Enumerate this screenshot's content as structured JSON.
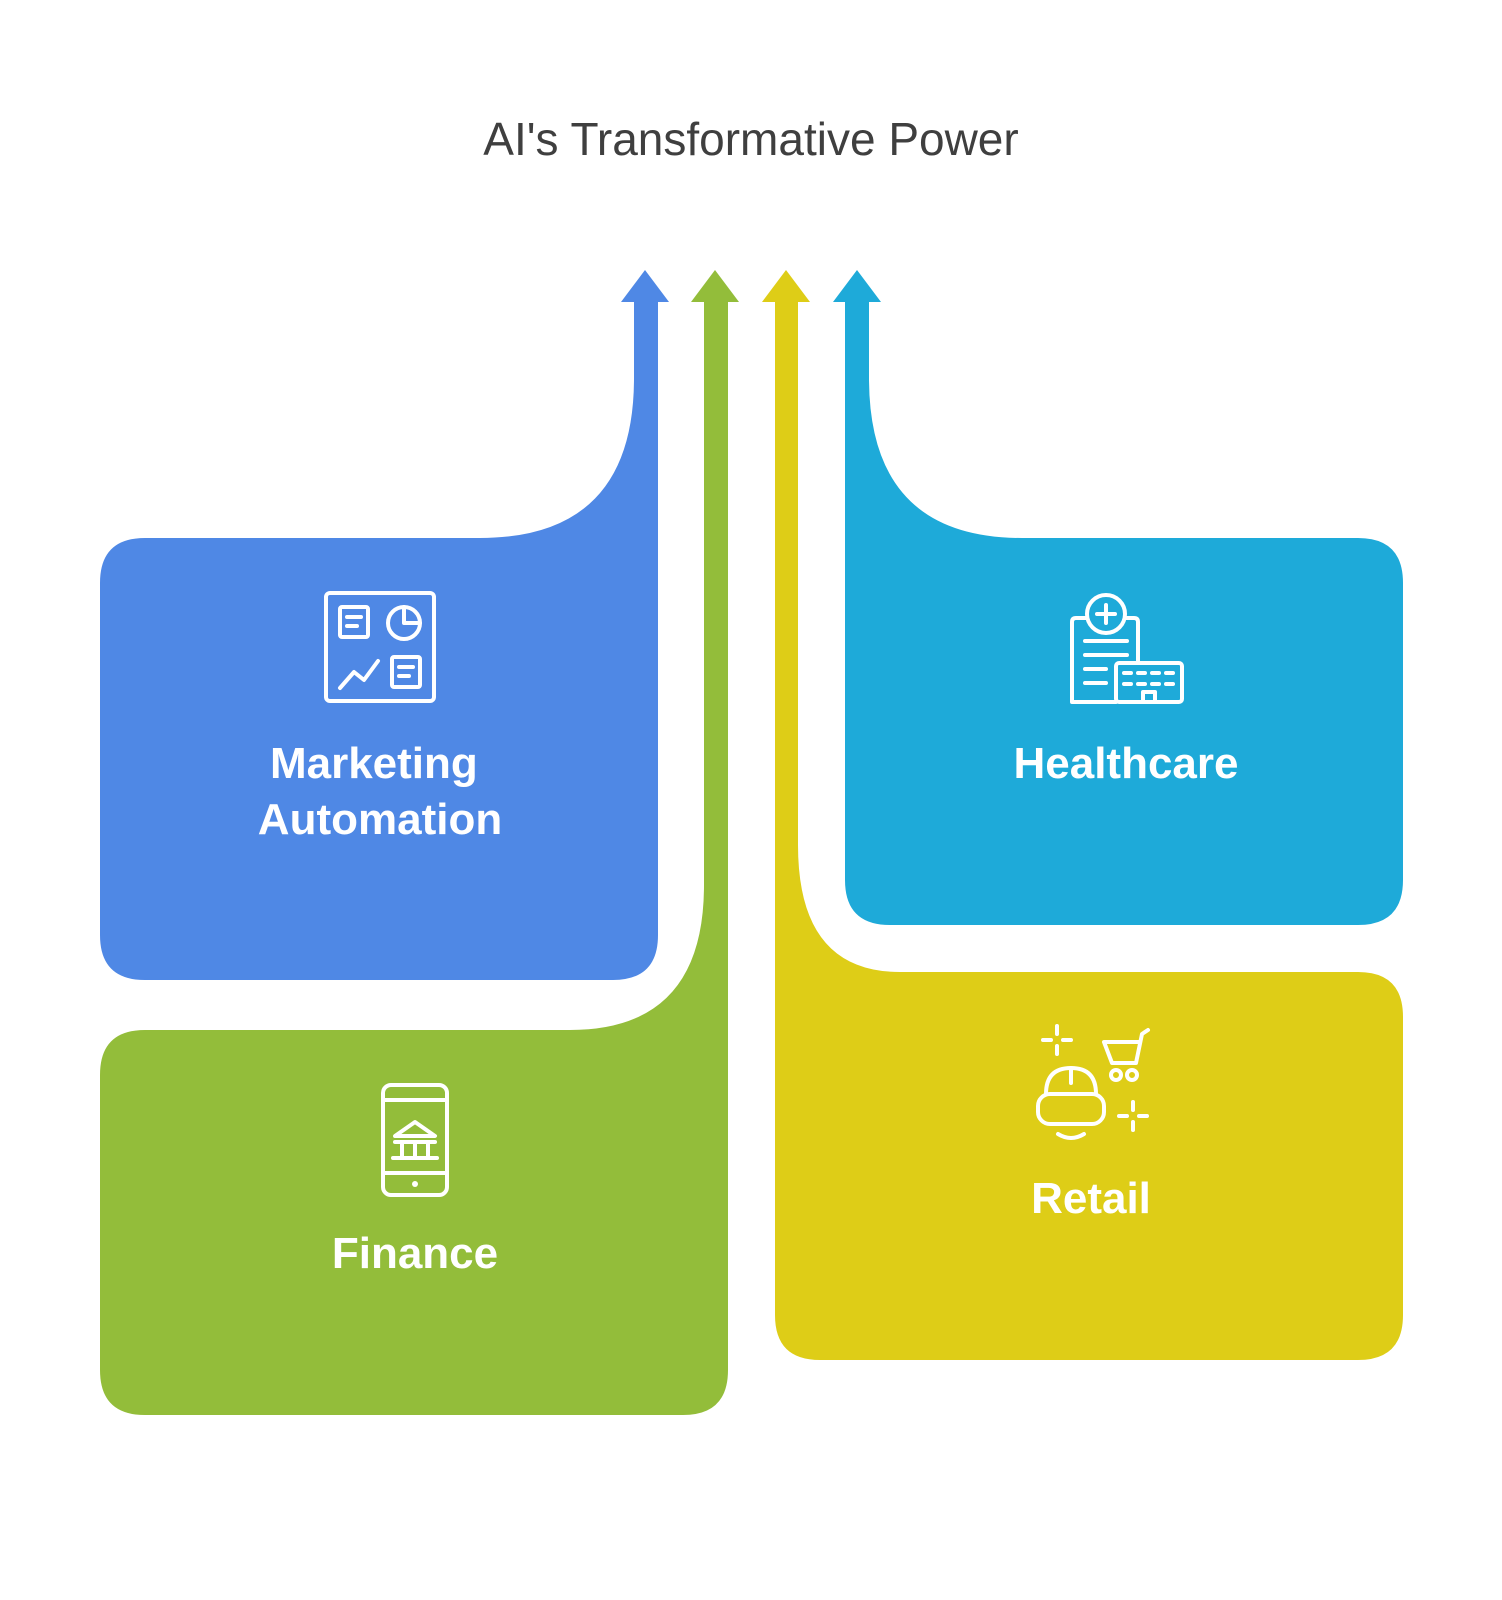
{
  "title": "AI's Transformative Power",
  "colors": {
    "marketing": "#4f88e5",
    "finance": "#93bd3a",
    "retail": "#decd17",
    "healthcare": "#1eaad9",
    "title": "#3f3f3f",
    "label": "#ffffff"
  },
  "sectors": {
    "marketing": {
      "line1": "Marketing",
      "line2": "Automation",
      "icon": "analytics-dashboard-icon"
    },
    "healthcare": {
      "label": "Healthcare",
      "icon": "hospital-icon"
    },
    "finance": {
      "label": "Finance",
      "icon": "mobile-banking-icon"
    },
    "retail": {
      "label": "Retail",
      "icon": "vr-shopping-icon"
    }
  }
}
